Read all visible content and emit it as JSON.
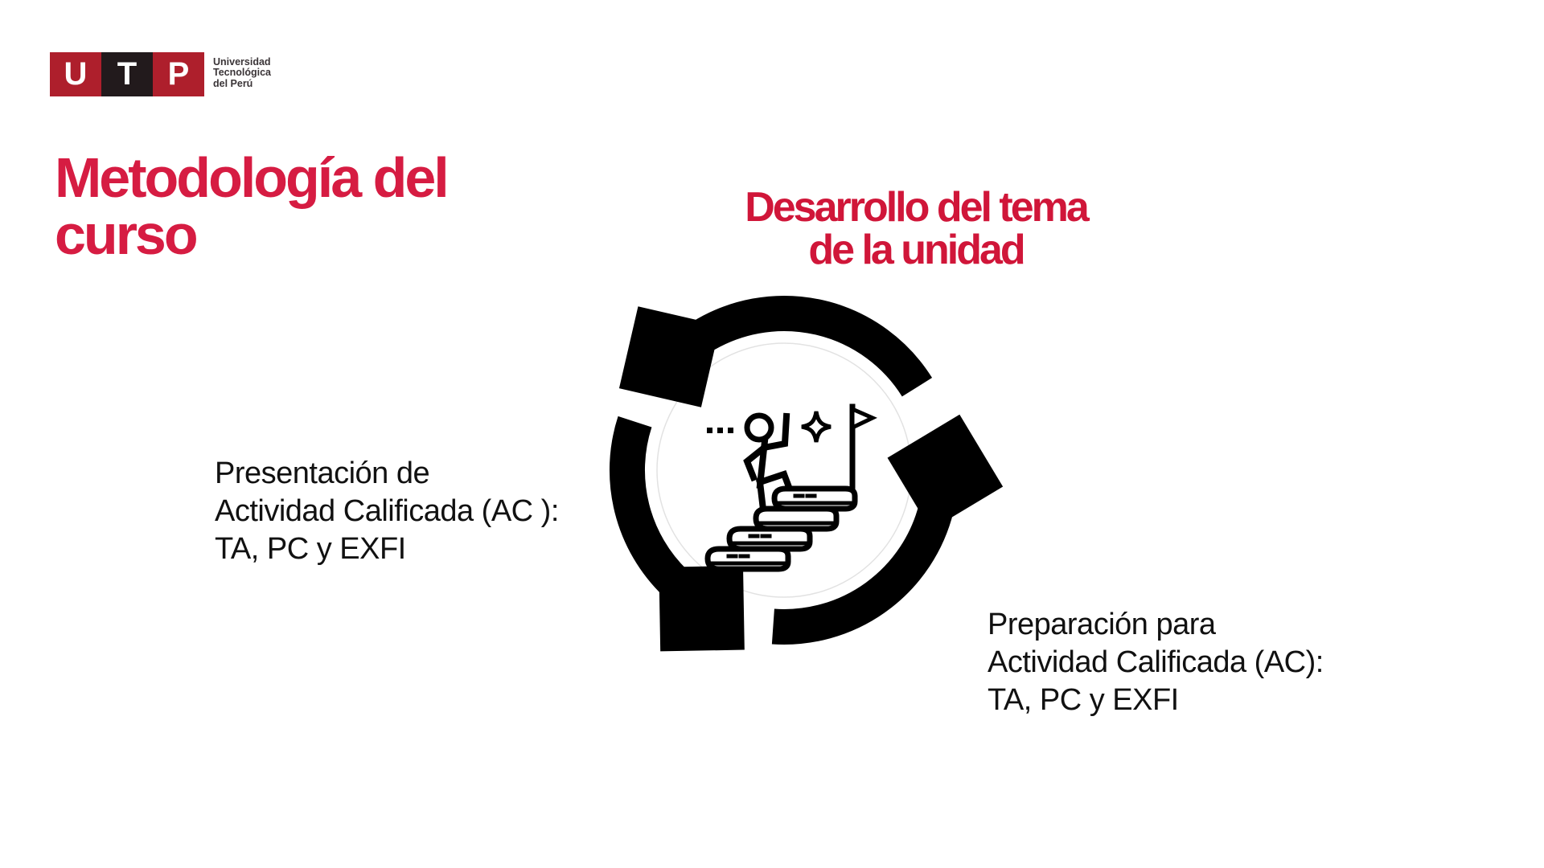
{
  "colors": {
    "background": "#FFFFFF",
    "title": "#D61C42",
    "heading": "#D01639",
    "logo_red": "#AE1F2C",
    "logo_dark": "#221A1C",
    "logo_text": "#3A3437",
    "label": "#111111",
    "diagram": "#000000",
    "circle_ring": "#E2E2E2"
  },
  "logo": {
    "letters": [
      "U",
      "T",
      "P"
    ],
    "org": [
      "Universidad",
      "Tecnológica",
      "del Perú"
    ]
  },
  "title": {
    "lines": [
      "Metodología del",
      "curso"
    ]
  },
  "cycle": {
    "direction": "counterclockwise",
    "center_icon": "person-climbing-book-stairs-to-flag",
    "top_label": {
      "lines": [
        "Desarrollo del tema",
        "de la unidad"
      ]
    },
    "left_label": {
      "lines": [
        "Presentación de",
        "Actividad Calificada (AC ):",
        "TA, PC y EXFI"
      ]
    },
    "right_label": {
      "lines": [
        "Preparación para",
        "Actividad Calificada (AC):",
        "TA, PC y EXFI"
      ]
    }
  }
}
